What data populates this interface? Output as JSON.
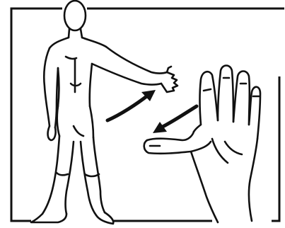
{
  "figure": {
    "palette": {
      "ink": "#111111",
      "paper": "#ffffff"
    },
    "elements": {
      "frame": "square-frame",
      "body": "human-figure-outline",
      "hand": "open-hand-palm",
      "arrows": [
        "curved-arrow-up-right",
        "arrow-down-left"
      ]
    }
  }
}
